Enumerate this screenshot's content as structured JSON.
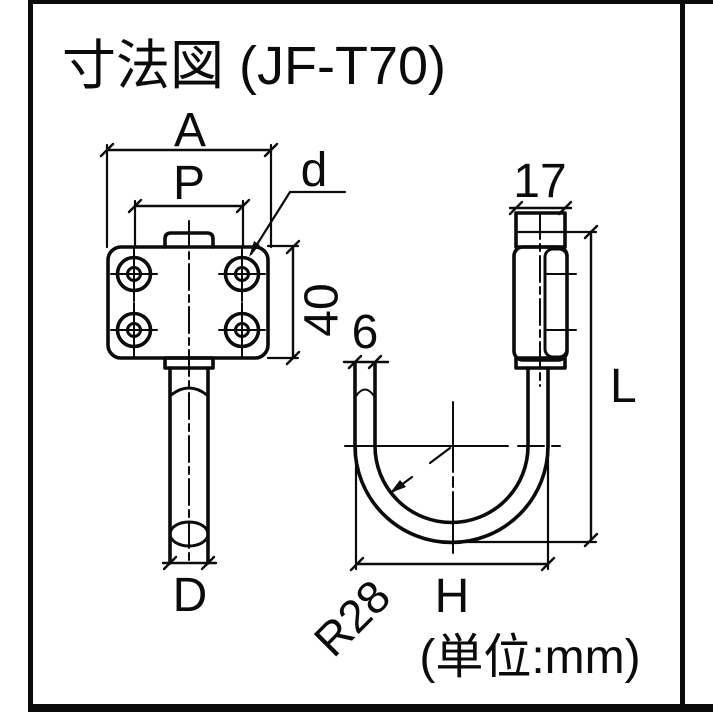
{
  "title": "寸法図 (JF-T70)",
  "unit_note": "(単位:mm)",
  "dimensions": {
    "front": {
      "width": "A",
      "pitch": "P",
      "hole_dia": "d",
      "plate_height": "40",
      "rod_dia": "D"
    },
    "side": {
      "top_width": "17",
      "wire_dia": "6",
      "length": "L",
      "hook_width": "H",
      "bend_radius": "R28"
    }
  },
  "colors": {
    "line": "#0b0b0b",
    "background": "#ffffff"
  }
}
